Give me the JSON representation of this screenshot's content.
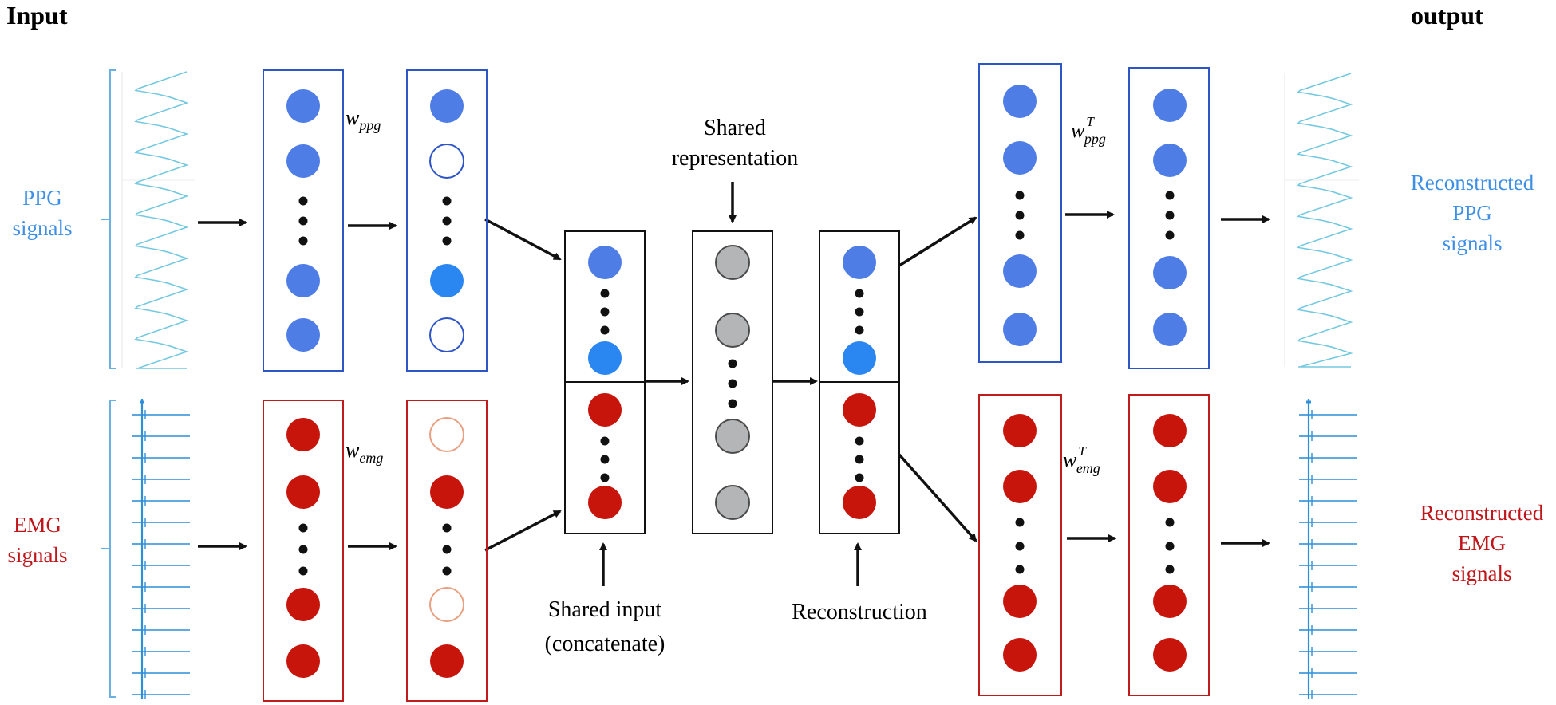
{
  "header": {
    "input_label": "Input",
    "output_label": "output"
  },
  "inputs": {
    "ppg": {
      "line1": "PPG",
      "line2": "signals"
    },
    "emg": {
      "line1": "EMG",
      "line2": "signals"
    }
  },
  "weights": {
    "ppg": {
      "base": "w",
      "sub": "ppg",
      "sup": ""
    },
    "emg": {
      "base": "w",
      "sub": "emg",
      "sup": ""
    },
    "ppg_t": {
      "base": "w",
      "sub": "ppg",
      "sup": "T"
    },
    "emg_t": {
      "base": "w",
      "sub": "emg",
      "sup": "T"
    }
  },
  "labels": {
    "shared_repr": {
      "line1": "Shared",
      "line2": "representation"
    },
    "shared_input": {
      "line1": "Shared input",
      "line2": "(concatenate)"
    },
    "reconstruction": "Reconstruction"
  },
  "outputs": {
    "ppg": {
      "line1": "Reconstructed",
      "line2": "PPG",
      "line3": "signals"
    },
    "emg": {
      "line1": "Reconstructed",
      "line2": "EMG",
      "line3": "signals"
    }
  },
  "colors": {
    "ppg_text": "#3d8fe6",
    "emg_text": "#c0161a",
    "blue_node": "#4f7de6",
    "bright_blue_node": "#2a86f0",
    "blue_border": "#2e55c8",
    "red_node": "#c8150c",
    "red_border": "#c01c1c",
    "gray_node": "#b3b5b6",
    "ppg_wave": "#74c9e0",
    "emg_wave": "#2f8fd8",
    "bracket": "#6ab0e0",
    "black": "#111111"
  }
}
